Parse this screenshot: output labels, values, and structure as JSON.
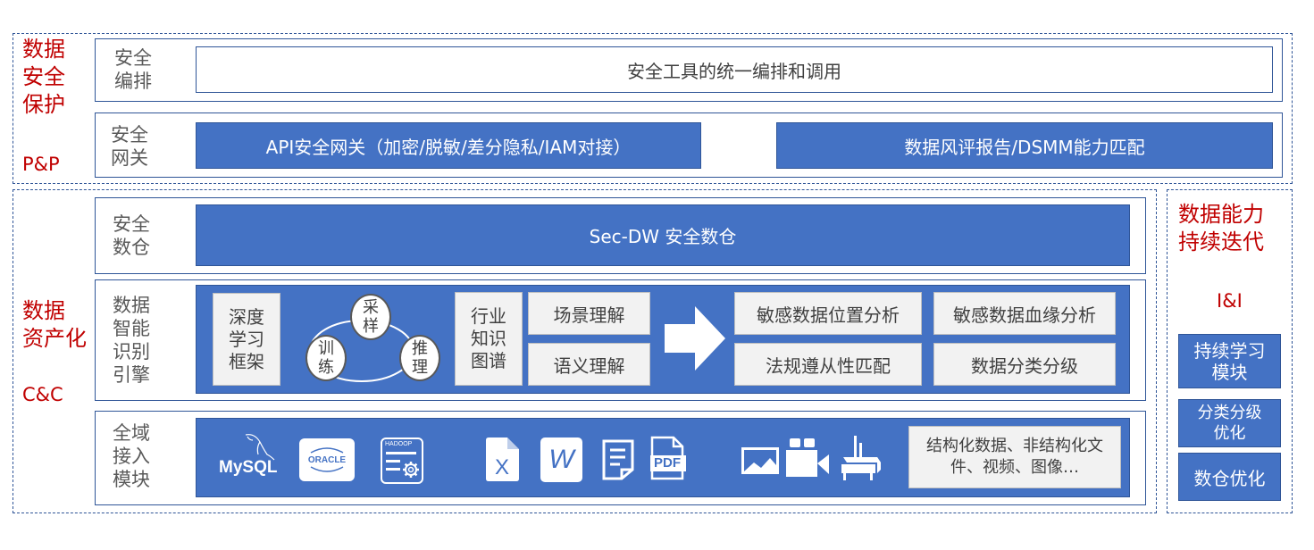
{
  "section_pp": {
    "title": "数据\n安全\n保护",
    "abbr": "P&P",
    "rows": [
      {
        "label": "安全\n编排",
        "box": "安全工具的统一编排和调用"
      },
      {
        "label": "安全\n网关",
        "boxes": [
          "API安全网关（加密/脱敏/差分隐私/IAM对接）",
          "数据风评报告/DSMM能力匹配"
        ]
      }
    ]
  },
  "section_cc": {
    "title": "数据\n资产化",
    "abbr": "C&C",
    "warehouse": {
      "label": "安全\n数仓",
      "box": "Sec-DW 安全数仓"
    },
    "engine": {
      "label": "数据\n智能\n识别\n引擎",
      "framework": "深度\n学习\n框架",
      "cycle": [
        "采\n样",
        "训\n练",
        "推\n理"
      ],
      "knowledge_graph": "行业\n知识\n图谱",
      "understanding": [
        "场景理解",
        "语义理解"
      ],
      "outputs": [
        "敏感数据位置分析",
        "敏感数据血缘分析",
        "法规遵从性匹配",
        "数据分类分级"
      ]
    },
    "ingest": {
      "label": "全域\n接入\n模块",
      "icons": {
        "mysql": "MySQL",
        "oracle": "ORACLE",
        "hadoop": "HADOOP",
        "excel": "X",
        "word": "W",
        "pdf": "PDF"
      },
      "description": "结构化数据、非结构化文\n件、视频、图像…"
    }
  },
  "section_ii": {
    "title": "数据能力\n持续迭代",
    "abbr": "I&I",
    "modules": [
      "持续学习\n模块",
      "分类分级\n优化",
      "数仓优化"
    ]
  },
  "colors": {
    "accent_blue": "#4472c4",
    "border_blue": "#2f5597",
    "title_red": "#c00000",
    "gray_box": "#f2f2f2"
  }
}
